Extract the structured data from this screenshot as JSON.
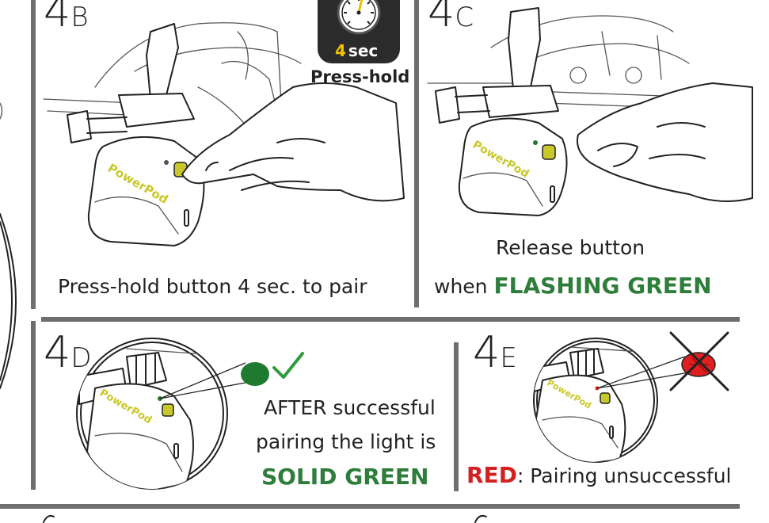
{
  "steps": {
    "s4b": {
      "number": "4",
      "letter": "B",
      "caption": "Press-hold button 4 sec. to pair"
    },
    "s4c": {
      "number": "4",
      "letter": "C",
      "caption_line1": "Release button",
      "caption_line2_prefix": "when ",
      "caption_line2_highlight": "FLASHING GREEN"
    },
    "s4d": {
      "number": "4",
      "letter": "D",
      "caption_line1": "AFTER successful",
      "caption_line2": "pairing the light is",
      "caption_line3": "SOLID GREEN"
    },
    "s4e": {
      "number": "4",
      "letter": "E",
      "caption_highlight": "RED",
      "caption_rest": ": Pairing unsuccessful"
    }
  },
  "timer": {
    "value": "4",
    "unit": "sec",
    "label": "Press-hold"
  },
  "device_logo": "PowerPod",
  "colors": {
    "green": "#2f7d3a",
    "red": "#d32020",
    "logo": "#c8c82a",
    "rule": "#6e6e6e",
    "timer_bg": "#2b2b2b",
    "led_green": "#1f7a2f",
    "led_red": "#e02020"
  },
  "icons": [
    "stopwatch-icon",
    "check-icon",
    "cross-icon"
  ]
}
